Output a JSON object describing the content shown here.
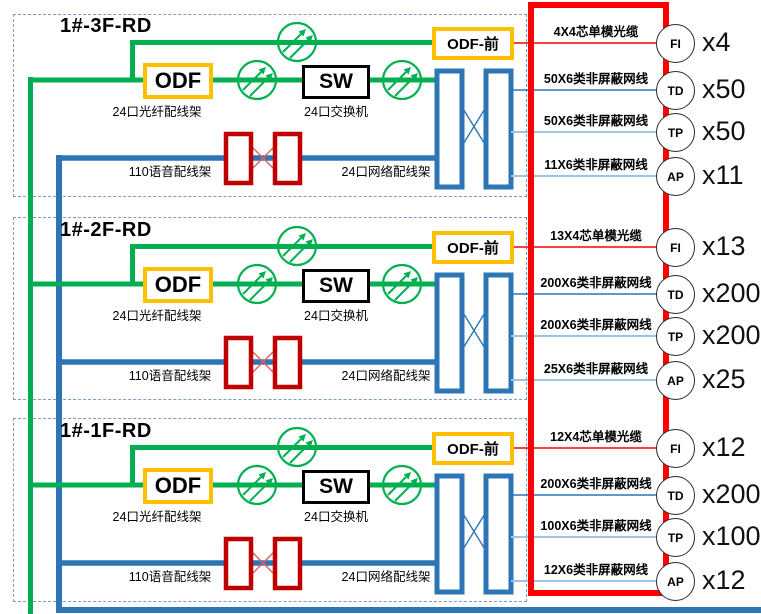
{
  "colors": {
    "fiber_green": "#00B050",
    "copper_blue": "#2E75B6",
    "light_blue": "#9DC3E6",
    "odf_yellow": "#FFC000",
    "panel_dark_red": "#C00000",
    "highlight_red": "#FF0000",
    "section_dashed_border": "#7B9BC8"
  },
  "icons": {
    "splice": "optical-connector-icon",
    "voice_panel": "voice-patch-panel",
    "network_panel": "network-patch-panel"
  },
  "floors": [
    {
      "title": "1#-3F-RD",
      "odf_label": "ODF",
      "odf_caption": "24口光纤配线架",
      "sw_label": "SW",
      "sw_caption": "24口交换机",
      "odf_front_label": "ODF-前",
      "voice_caption": "110语音配线架",
      "network_caption": "24口网络配线架",
      "rows": [
        {
          "cable": "4X4芯单模光缆",
          "node": "FI",
          "count": "x4"
        },
        {
          "cable": "50X6类非屏蔽网线",
          "node": "TD",
          "count": "x50"
        },
        {
          "cable": "50X6类非屏蔽网线",
          "node": "TP",
          "count": "x50"
        },
        {
          "cable": "11X6类非屏蔽网线",
          "node": "AP",
          "count": "x11"
        }
      ]
    },
    {
      "title": "1#-2F-RD",
      "odf_label": "ODF",
      "odf_caption": "24口光纤配线架",
      "sw_label": "SW",
      "sw_caption": "24口交换机",
      "odf_front_label": "ODF-前",
      "voice_caption": "110语音配线架",
      "network_caption": "24口网络配线架",
      "rows": [
        {
          "cable": "13X4芯单模光缆",
          "node": "FI",
          "count": "x13"
        },
        {
          "cable": "200X6类非屏蔽网线",
          "node": "TD",
          "count": "x200"
        },
        {
          "cable": "200X6类非屏蔽网线",
          "node": "TP",
          "count": "x200"
        },
        {
          "cable": "25X6类非屏蔽网线",
          "node": "AP",
          "count": "x25"
        }
      ]
    },
    {
      "title": "1#-1F-RD",
      "odf_label": "ODF",
      "odf_caption": "24口光纤配线架",
      "sw_label": "SW",
      "sw_caption": "24口交换机",
      "odf_front_label": "ODF-前",
      "voice_caption": "110语音配线架",
      "network_caption": "24口网络配线架",
      "rows": [
        {
          "cable": "12X4芯单模光缆",
          "node": "FI",
          "count": "x12"
        },
        {
          "cable": "200X6类非屏蔽网线",
          "node": "TD",
          "count": "x200"
        },
        {
          "cable": "100X6类非屏蔽网线",
          "node": "TP",
          "count": "x100"
        },
        {
          "cable": "12X6类非屏蔽网线",
          "node": "AP",
          "count": "x12"
        }
      ]
    }
  ]
}
